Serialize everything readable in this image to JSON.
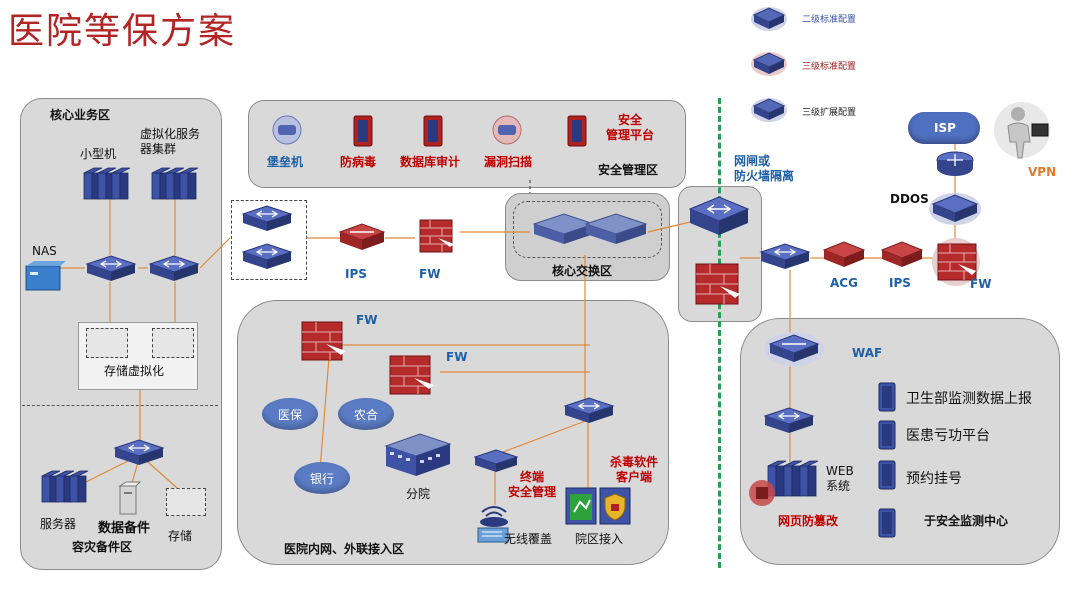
{
  "title": "医院等保方案",
  "legend": [
    {
      "label": "二级标准配置",
      "color": "#3a52a8"
    },
    {
      "label": "三级标准配置",
      "color": "#a02020"
    },
    {
      "label": "三级扩展配置",
      "color": "#3a52a8"
    }
  ],
  "core_business": {
    "title": "核心业务区",
    "minicomputer": "小型机",
    "vcluster": "虚拟化服务\n器集群",
    "nas": "NAS",
    "storage_virt": "存储虚拟化"
  },
  "disaster": {
    "title": "容灾备件区",
    "server": "服务器",
    "data_backup": "数据备件",
    "storage": "存储"
  },
  "security_mgmt": {
    "title": "安全管理区",
    "bastion": "堡垒机",
    "antivirus": "防病毒",
    "db_audit": "数据库审计",
    "vuln_scan": "漏洞扫描",
    "platform": "安全\n管理平台"
  },
  "core_switch": {
    "title": "核心交换区"
  },
  "mid": {
    "ips": "IPS",
    "fw": "FW"
  },
  "gateway": {
    "label": "网闸或\n防火墙隔离"
  },
  "internet": {
    "isp": "ISP",
    "ddos": "DDOS",
    "vpn": "VPN",
    "acg": "ACG",
    "ips": "IPS",
    "fw": "FW"
  },
  "intranet": {
    "title": "医院内网、外联接入区",
    "fw1": "FW",
    "fw2": "FW",
    "yibao": "医保",
    "nonghe": "农合",
    "bank": "银行",
    "branch": "分院",
    "terminal": "终端\n安全管理",
    "antivirus_client": "杀毒软件\n客户端",
    "wireless": "无线覆盖",
    "campus": "院区接入"
  },
  "dmz": {
    "waf": "WAF",
    "web": "WEB\n系统",
    "tamper": "网页防篡改",
    "items": [
      "卫生部监测数据上报",
      "医患亏功平台",
      "预约挂号",
      "于安全监测中心"
    ]
  }
}
